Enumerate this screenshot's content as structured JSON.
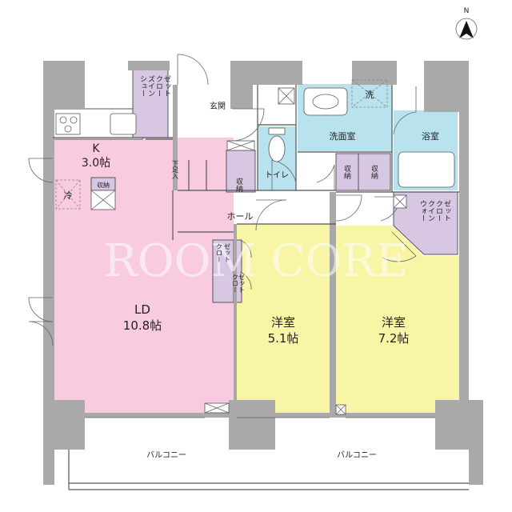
{
  "compass": {
    "label": "N"
  },
  "colors": {
    "ld": "#f8cbe0",
    "western_room": "#f8f5a6",
    "wet_area": "#b8e2ee",
    "closet": "#d8c7e3",
    "wall": "#a9a9a9"
  },
  "rooms": {
    "k_name": "K",
    "k_size": "3.0帖",
    "ld_name": "LD",
    "ld_size": "10.8帖",
    "room1_name": "洋室",
    "room1_size": "5.1帖",
    "room2_name": "洋室",
    "room2_size": "7.2帖",
    "entrance": "玄関",
    "hall": "ホール",
    "toilet": "トイレ",
    "washroom": "洗面室",
    "bathroom": "浴室",
    "shoe_closet": [
      "シュー",
      "ズイン",
      "クロー",
      "ゼット"
    ],
    "walkin_closet": [
      "ウォー",
      "クイン",
      "クロー",
      "ゼット"
    ],
    "closet_a": [
      "クロー",
      "ゼット"
    ],
    "closet_b": [
      "クロー",
      "ゼット"
    ],
    "storage": "収納",
    "storage_k": "収納",
    "shoebox": "下足入",
    "fridge": "冷",
    "washer": "洗"
  },
  "balcony_left": "バルコニー",
  "balcony_right": "バルコニー",
  "watermark": "ROOM CORE"
}
